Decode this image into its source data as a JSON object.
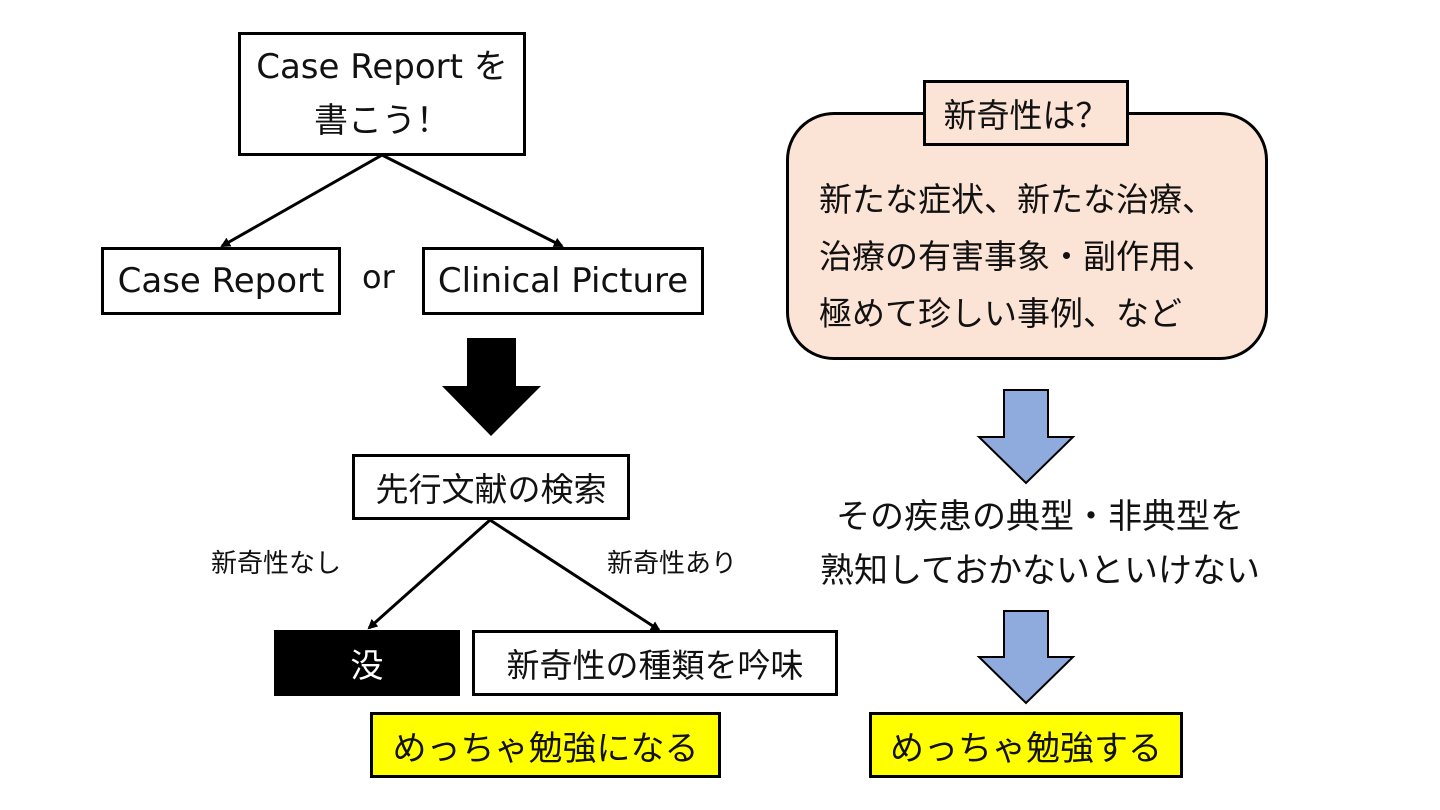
{
  "diagram": {
    "left": {
      "start_box": {
        "line1": "Case Report を",
        "line2": "書こう！"
      },
      "option_case_report": "Case Report",
      "or_label": "or",
      "option_clinical_picture": "Clinical Picture",
      "search_box": "先行文献の検索",
      "branch_no_novelty": "新奇性なし",
      "branch_has_novelty": "新奇性あり",
      "rejected_box": "没",
      "examine_box": "新奇性の種類を吟味",
      "result_left": "めっちゃ勉強になる"
    },
    "right": {
      "novelty_title": "新奇性は？",
      "novelty_lines": [
        "新たな症状、新たな治療、",
        "治療の有害事象・副作用、",
        "極めて珍しい事例、など"
      ],
      "knowledge_line1": "その疾患の典型・非典型を",
      "knowledge_line2": "熟知しておかないといけない",
      "result_right": "めっちゃ勉強する"
    },
    "colors": {
      "highlight_yellow": "#ffff00",
      "novelty_fill": "#fbe3d6",
      "blue_arrow": "#8faadc",
      "black": "#000000"
    }
  }
}
